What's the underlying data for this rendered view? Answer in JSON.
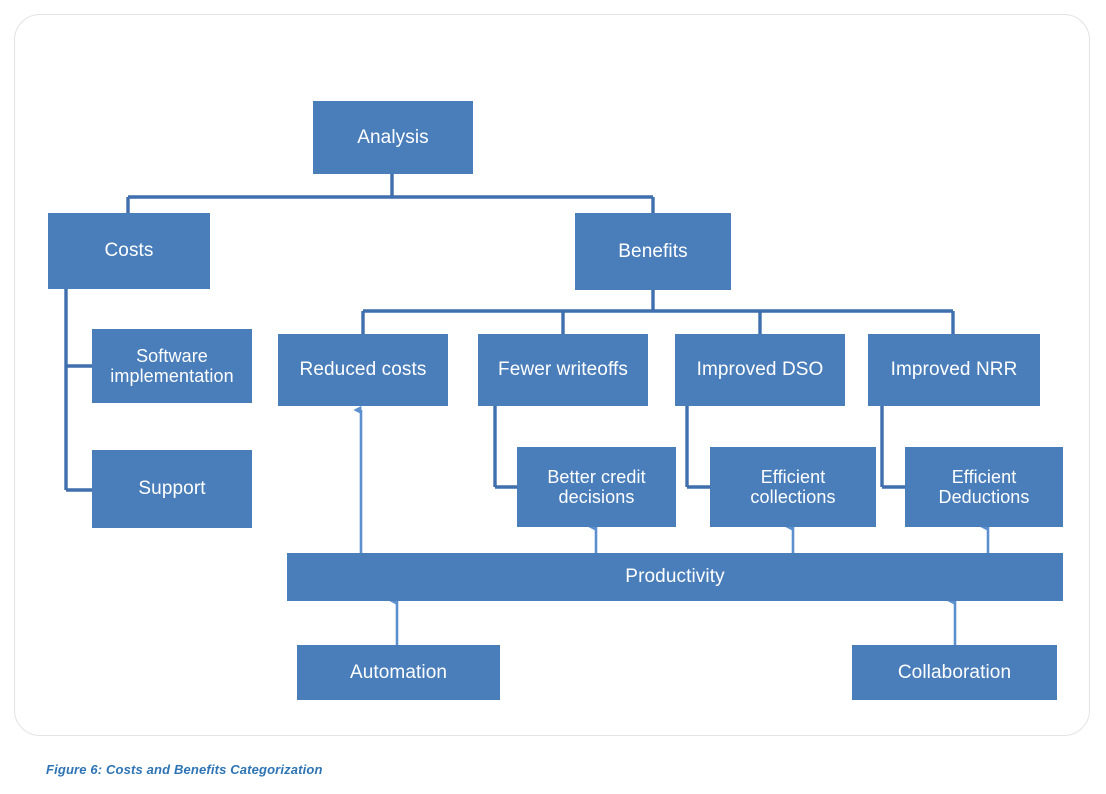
{
  "figure": {
    "caption": "Figure 6: Costs and Benefits Categorization",
    "caption_color": "#2e74b5",
    "frame_border_color": "#e3e3e3",
    "background_color": "#ffffff"
  },
  "style": {
    "node_fill": "#4a7ebb",
    "node_text_color": "#ffffff",
    "connector_color": "#4a7ebb",
    "connector_dark": "#39639b",
    "arrow_color": "#5b8fce"
  },
  "diagram": {
    "type": "tree-diagram",
    "title": "Costs and Benefits Categorization",
    "nodes": [
      {
        "id": "analysis",
        "label": "Analysis",
        "level": 0
      },
      {
        "id": "costs",
        "label": "Costs",
        "level": 1
      },
      {
        "id": "benefits",
        "label": "Benefits",
        "level": 1
      },
      {
        "id": "software",
        "label": "Software\nimplementation",
        "level": 2
      },
      {
        "id": "support",
        "label": "Support",
        "level": 2
      },
      {
        "id": "reduced",
        "label": "Reduced costs",
        "level": 2
      },
      {
        "id": "writeoffs",
        "label": "Fewer writeoffs",
        "level": 2
      },
      {
        "id": "dso",
        "label": "Improved DSO",
        "level": 2
      },
      {
        "id": "nrr",
        "label": "Improved NRR",
        "level": 2
      },
      {
        "id": "credit",
        "label": "Better credit\ndecisions",
        "level": 3
      },
      {
        "id": "collections",
        "label": "Efficient\ncollections",
        "level": 3
      },
      {
        "id": "deductions",
        "label": "Efficient\nDeductions",
        "level": 3
      },
      {
        "id": "productivity",
        "label": "Productivity",
        "level": 4
      },
      {
        "id": "automation",
        "label": "Automation",
        "level": 5
      },
      {
        "id": "collaboration",
        "label": "Collaboration",
        "level": 5
      }
    ],
    "edges": [
      {
        "from": "analysis",
        "to": "costs",
        "kind": "tree"
      },
      {
        "from": "analysis",
        "to": "benefits",
        "kind": "tree"
      },
      {
        "from": "costs",
        "to": "software",
        "kind": "elbow"
      },
      {
        "from": "costs",
        "to": "support",
        "kind": "elbow"
      },
      {
        "from": "benefits",
        "to": "reduced",
        "kind": "tree"
      },
      {
        "from": "benefits",
        "to": "writeoffs",
        "kind": "tree"
      },
      {
        "from": "benefits",
        "to": "dso",
        "kind": "tree"
      },
      {
        "from": "benefits",
        "to": "nrr",
        "kind": "tree"
      },
      {
        "from": "writeoffs",
        "to": "credit",
        "kind": "elbow"
      },
      {
        "from": "dso",
        "to": "collections",
        "kind": "elbow"
      },
      {
        "from": "nrr",
        "to": "deductions",
        "kind": "elbow"
      },
      {
        "from": "productivity",
        "to": "reduced",
        "kind": "arrow"
      },
      {
        "from": "productivity",
        "to": "credit",
        "kind": "arrow"
      },
      {
        "from": "productivity",
        "to": "collections",
        "kind": "arrow"
      },
      {
        "from": "productivity",
        "to": "deductions",
        "kind": "arrow"
      },
      {
        "from": "automation",
        "to": "productivity",
        "kind": "arrow"
      },
      {
        "from": "collaboration",
        "to": "productivity",
        "kind": "arrow"
      }
    ],
    "labels": {
      "analysis": "Analysis",
      "costs": "Costs",
      "benefits": "Benefits",
      "software": "Software\nimplementation",
      "support": "Support",
      "reduced": "Reduced costs",
      "writeoffs": "Fewer writeoffs",
      "dso": "Improved DSO",
      "nrr": "Improved NRR",
      "credit": "Better credit\ndecisions",
      "collections": "Efficient\ncollections",
      "deductions": "Efficient\nDeductions",
      "productivity": "Productivity",
      "automation": "Automation",
      "collaboration": "Collaboration"
    }
  }
}
